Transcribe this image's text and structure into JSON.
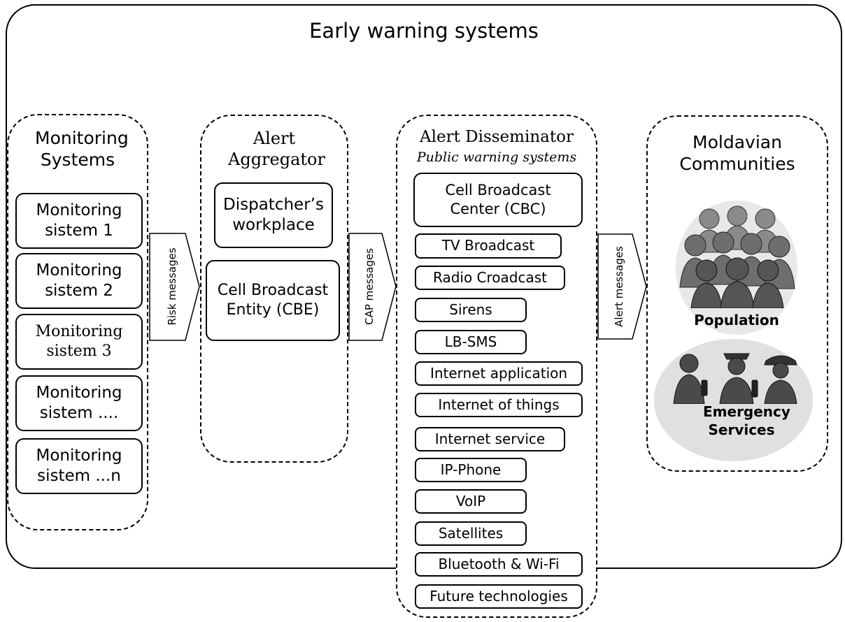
{
  "title": "Early warning systems",
  "monitoring": {
    "title": "Monitoring Systems",
    "items": [
      "Monitoring sistem 1",
      "Monitoring sistem 2",
      "Monitoring sistem 3",
      "Monitoring sistem ....",
      "Monitoring sistem ...n"
    ]
  },
  "aggregator": {
    "title": "Alert Aggregator",
    "items": [
      "Dispatcher’s workplace",
      "Cell Broadcast Entity (CBE)"
    ]
  },
  "disseminator": {
    "title": "Alert Disseminator",
    "subtitle": "Public warning systems",
    "items": [
      "Cell Broadcast Center (CBC)",
      "TV Broadcast",
      "Radio Croadcast",
      "Sirens",
      "LB-SMS",
      "Internet application",
      "Internet of things",
      "Internet service",
      "IP-Phone",
      "VoIP",
      "Satellites",
      "Bluetooth & Wi-Fi",
      "Future technologies"
    ]
  },
  "communities": {
    "title": "Moldavian Communities",
    "population": "Population",
    "services": "Emergency Services"
  },
  "arrows": {
    "risk": "Risk messages",
    "cap": "CAP messages",
    "alert": "Alert messages"
  },
  "icons": {
    "population": "people-group-icon",
    "services": "emergency-responders-icon"
  }
}
